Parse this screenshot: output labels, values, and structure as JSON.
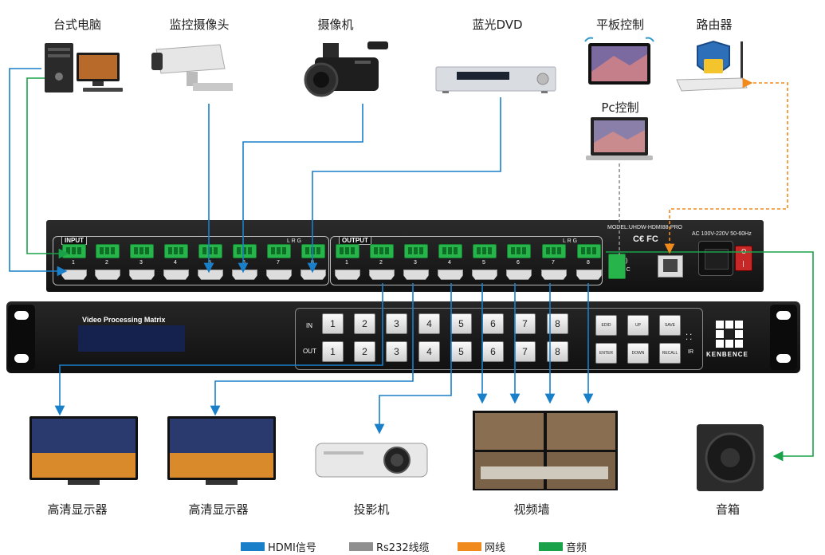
{
  "sources": {
    "desktop": "台式电脑",
    "camera": "监控摄像头",
    "camcorder": "摄像机",
    "bluray": "蓝光DVD",
    "tablet": "平板控制",
    "pc": "Pc控制",
    "router": "路由器"
  },
  "outputs": {
    "display1": "高清显示器",
    "display2": "高清显示器",
    "projector": "投影机",
    "videowall": "视频墙",
    "speaker": "音箱"
  },
  "back_panel": {
    "input_label": "INPUT",
    "output_label": "OUTPUT",
    "lrg": "L R G",
    "ports": [
      "1",
      "2",
      "3",
      "4",
      "5",
      "6",
      "7",
      "8"
    ],
    "model": "MODEL:UHDW-HDMI88-PRO",
    "certs": "C€ FC",
    "power": "AC 100V-220V 50-60Hz",
    "typec": "TYPE-C",
    "switch_on": "|",
    "switch_off": "O"
  },
  "front_panel": {
    "title": "Video Processing Matrix",
    "in_label": "IN",
    "out_label": "OUT",
    "buttons": [
      "1",
      "2",
      "3",
      "4",
      "5",
      "6",
      "7",
      "8"
    ],
    "edid": "EDID",
    "up": "UP",
    "save": "SAVE",
    "enter": "ENTER",
    "down": "DOWN",
    "recall": "RECALL",
    "ir": "IR",
    "brand": "KENBENCE"
  },
  "legend": [
    {
      "label": "HDMI信号",
      "color": "#1a7fc9"
    },
    {
      "label": "Rs232线缆",
      "color": "#8f8f8f"
    },
    {
      "label": "网线",
      "color": "#f08a1c"
    },
    {
      "label": "音频",
      "color": "#1aa24a"
    }
  ],
  "colors": {
    "hdmi": "#1a7fc9",
    "rs232": "#8f8f8f",
    "network": "#f08a1c",
    "audio": "#1aa24a"
  }
}
